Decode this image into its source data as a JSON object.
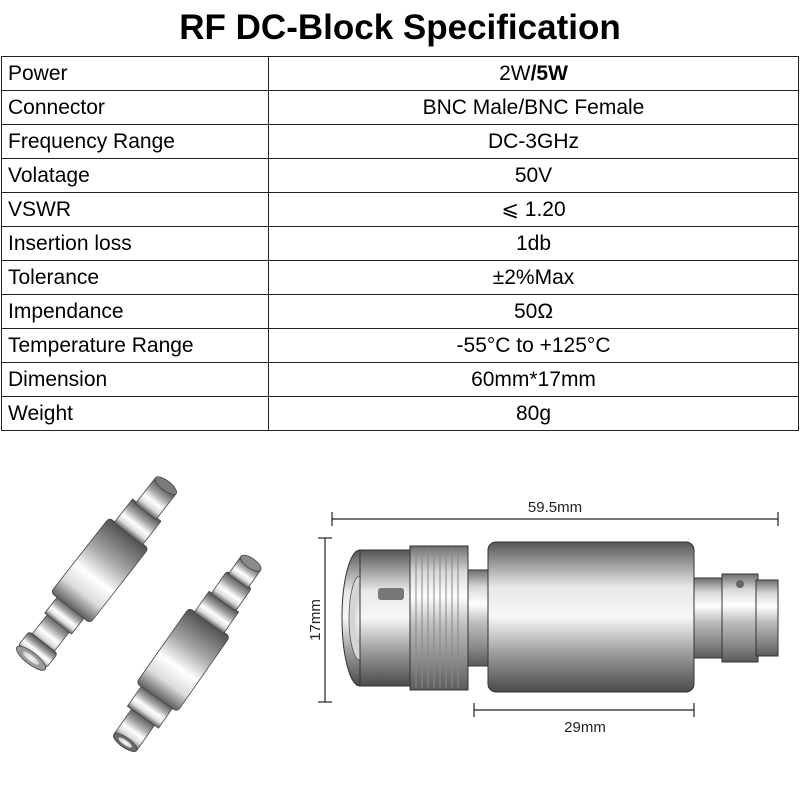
{
  "title": "RF DC-Block Specification",
  "specs": [
    {
      "label": "Power",
      "value_a": "2W",
      "value_b": "/5W"
    },
    {
      "label": "Connector",
      "value": "BNC Male/BNC Female"
    },
    {
      "label": "Frequency Range",
      "value": "DC-3GHz"
    },
    {
      "label": "Volatage",
      "value": "50V"
    },
    {
      "label": "VSWR",
      "value": "⩽ 1.20"
    },
    {
      "label": "Insertion loss",
      "value": "1db"
    },
    {
      "label": "Tolerance",
      "value": "±2%Max"
    },
    {
      "label": "Impendance",
      "value": "50Ω"
    },
    {
      "label": "Temperature Range",
      "value": "-55°C to +125°C"
    },
    {
      "label": "Dimension",
      "value": "60mm*17mm"
    },
    {
      "label": "Weight",
      "value": "80g"
    }
  ],
  "diagram": {
    "length_label": "59.5mm",
    "height_label": "17mm",
    "body_label": "29mm"
  }
}
